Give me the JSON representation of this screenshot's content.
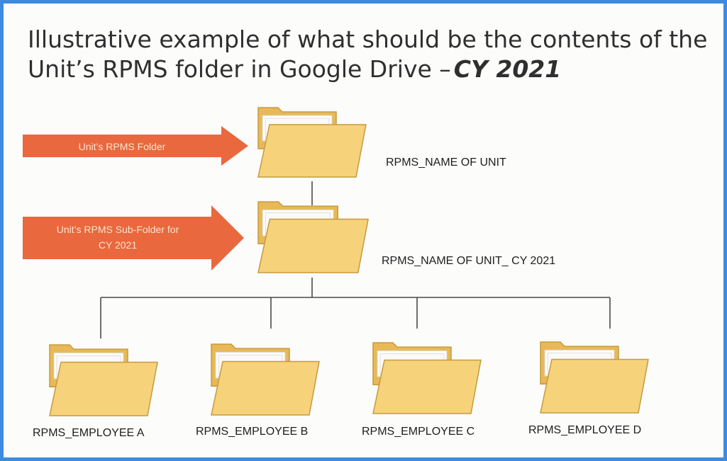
{
  "title": {
    "text": "Illustrative example of what should be the contents of the Unit’s RPMS folder in Google Drive –",
    "year": "CY 2021"
  },
  "callouts": {
    "root": "Unit’s RPMS Folder",
    "sub_line1": "Unit’s RPMS Sub-Folder for",
    "sub_line2": "CY 2021"
  },
  "nodes": {
    "root": "RPMS_NAME OF UNIT",
    "sub": "RPMS_NAME OF UNIT_ CY 2021",
    "employees": [
      "RPMS_EMPLOYEE A",
      "RPMS_EMPLOYEE B",
      "RPMS_EMPLOYEE C",
      "RPMS_EMPLOYEE D"
    ]
  },
  "colors": {
    "border": "#3d8be0",
    "arrow": "#e9683d",
    "folder_front": "#f6d27a",
    "folder_back": "#e8b956",
    "folder_outline": "#c79a40",
    "connector": "#4a4a4a"
  }
}
